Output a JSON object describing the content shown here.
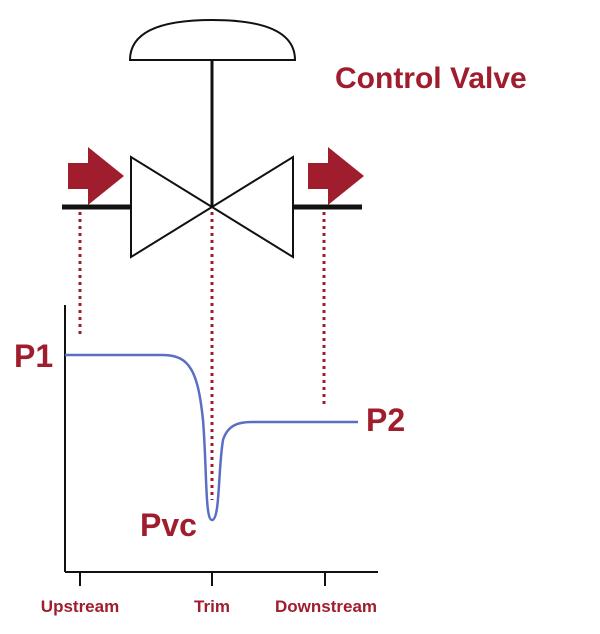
{
  "title": "Control Valve",
  "labels": {
    "p1": "P1",
    "p2": "P2",
    "pvc": "Pvc"
  },
  "axis": {
    "ticks": [
      "Upstream",
      "Trim",
      "Downstream"
    ]
  },
  "colors": {
    "accent": "#a01d2e",
    "curve": "#5a6fc4",
    "line": "#111111"
  },
  "icons": [
    "actuator-dome-icon",
    "valve-body-icon",
    "flow-arrow-icon"
  ]
}
